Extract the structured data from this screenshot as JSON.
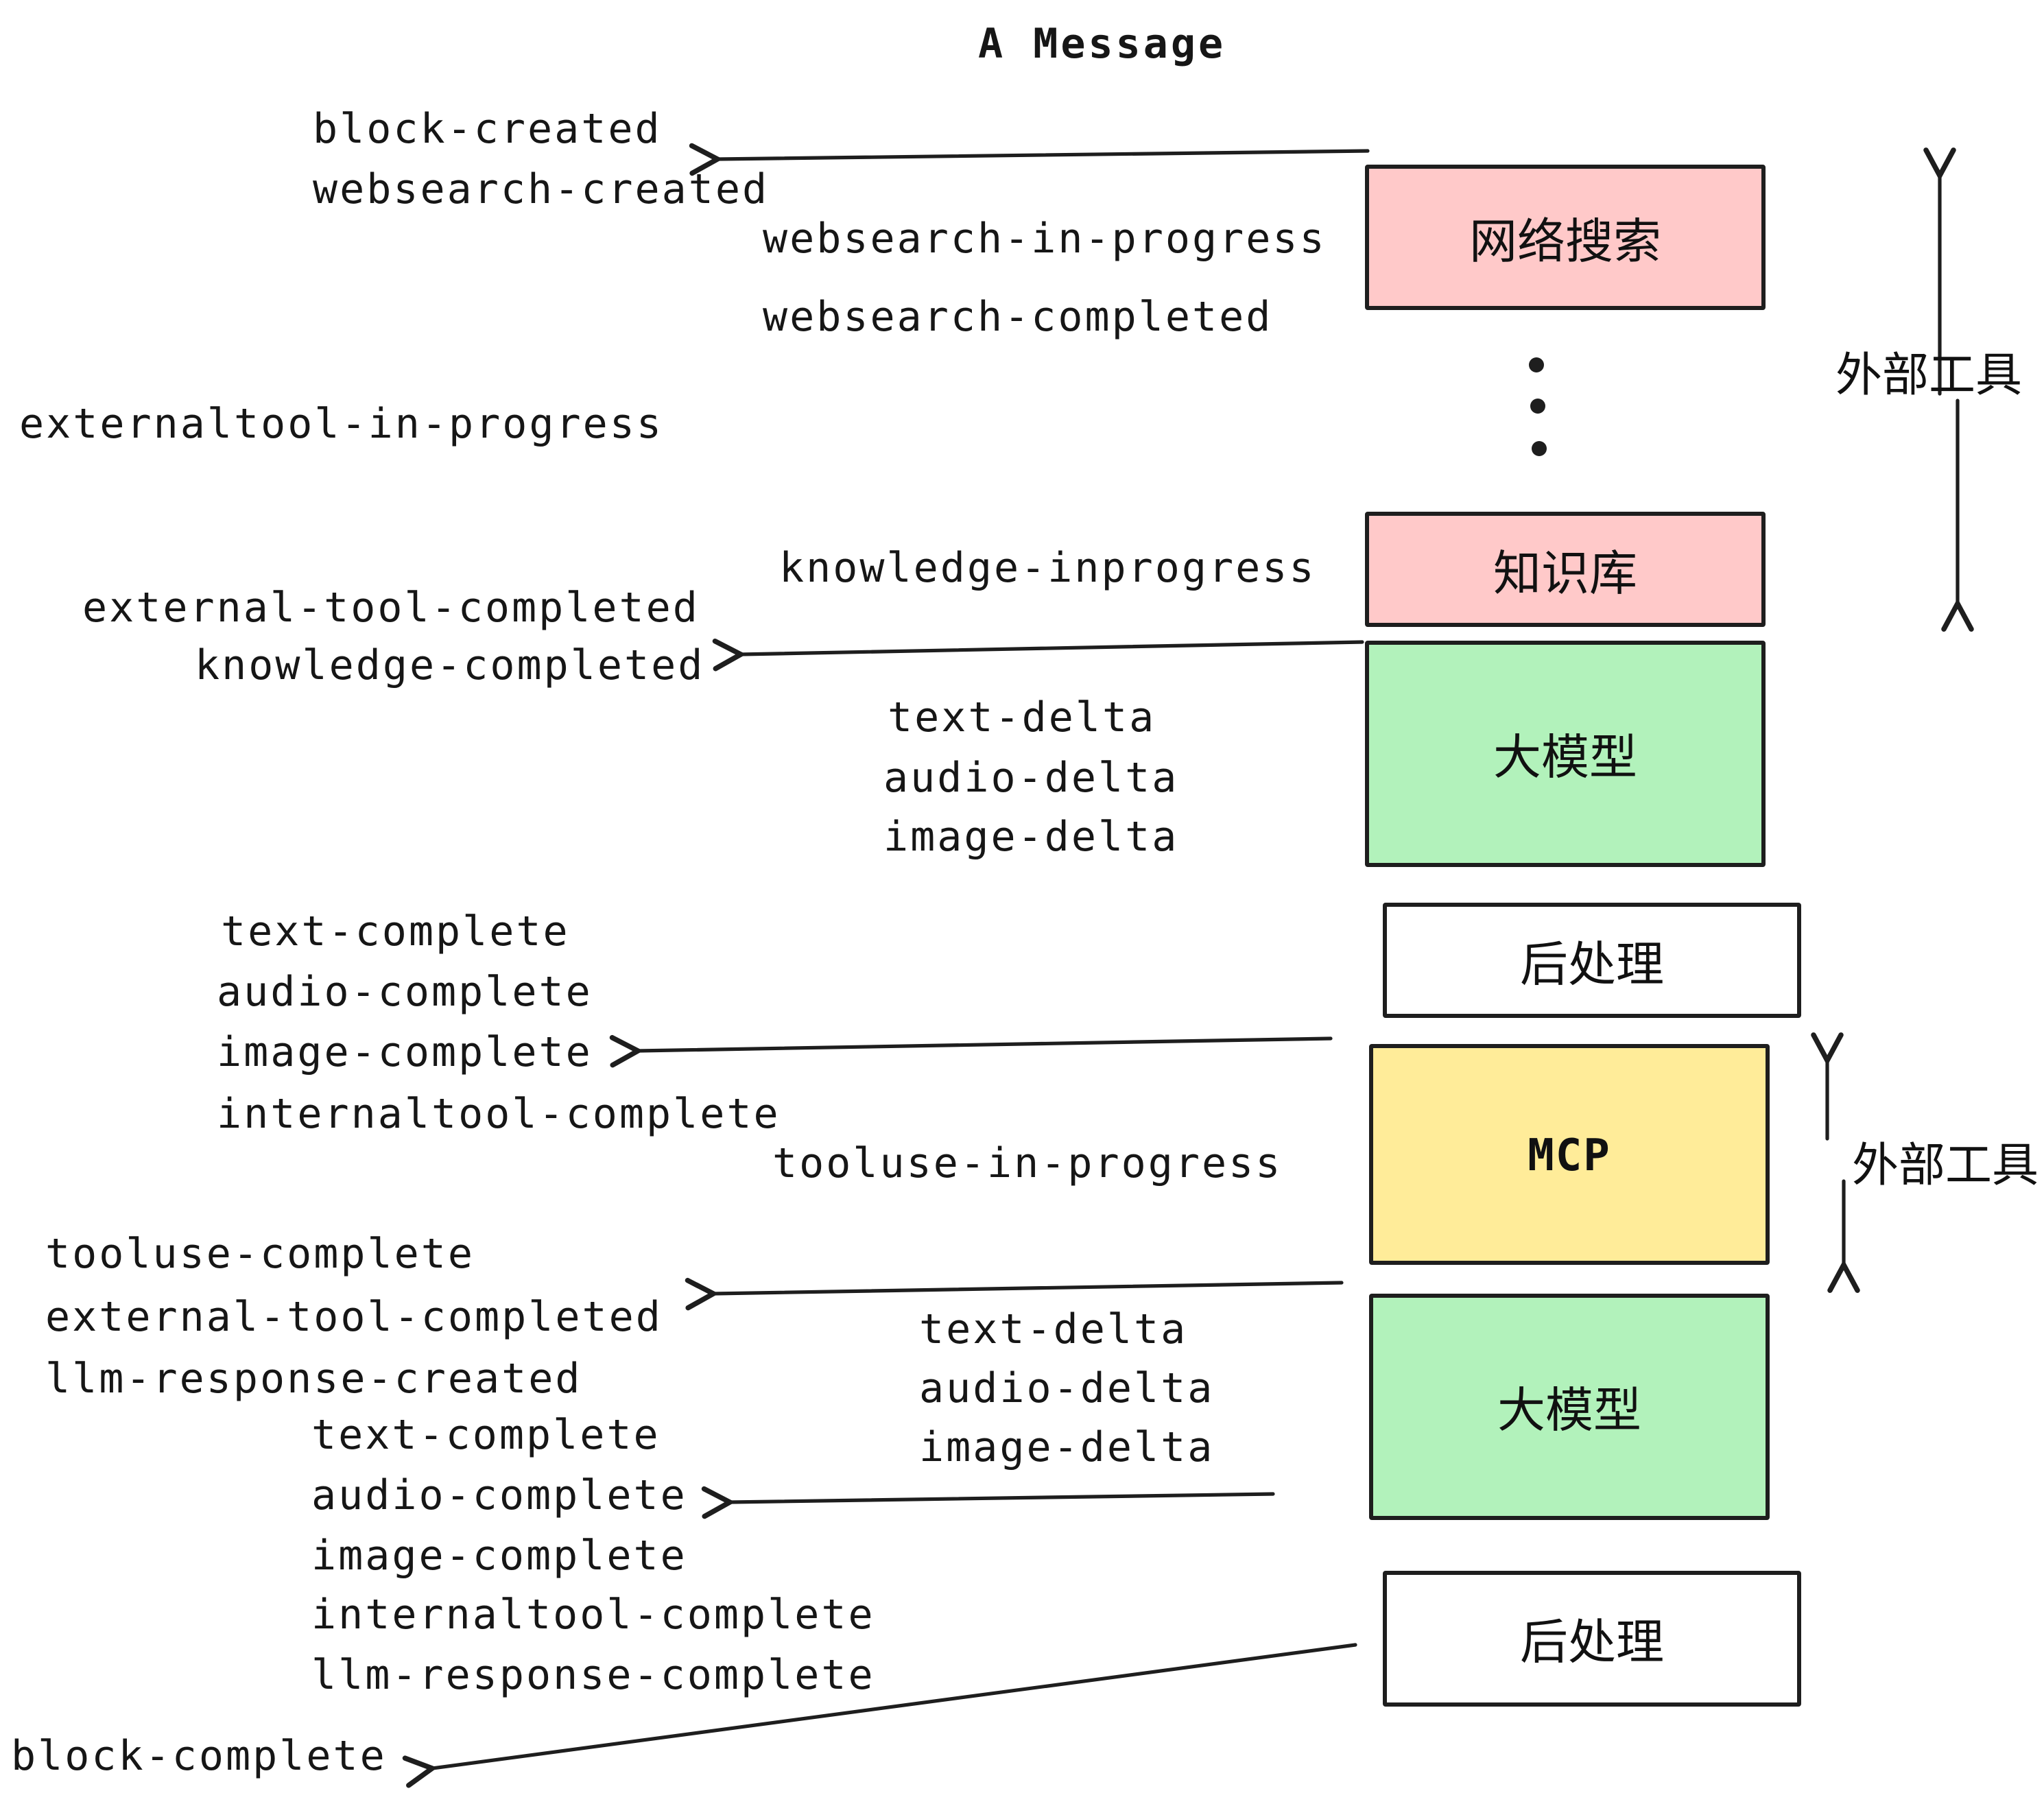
{
  "title": "A Message",
  "boxes": {
    "websearch": "网络搜索",
    "knowledge": "知识库",
    "llm1": "大模型",
    "post1": "后处理",
    "mcp": "MCP",
    "llm2": "大模型",
    "post2": "后处理"
  },
  "side_labels": {
    "external_tools_top": "外部工具",
    "external_tools_mid": "外部工具"
  },
  "events": {
    "block_created": "block-created",
    "websearch_created": "websearch-created",
    "websearch_in_progress": "websearch-in-progress",
    "websearch_completed": "websearch-completed",
    "externaltool_in_progress": "externaltool-in-progress",
    "knowledge_inprogress": "knowledge-inprogress",
    "external_tool_completed_1": "external-tool-completed",
    "knowledge_completed": "knowledge-completed",
    "text_delta_1": "text-delta",
    "audio_delta_1": "audio-delta",
    "image_delta_1": "image-delta",
    "text_complete_1": "text-complete",
    "audio_complete_1": "audio-complete",
    "image_complete_1": "image-complete",
    "internaltool_complete_1": "internaltool-complete",
    "tooluse_in_progress": "tooluse-in-progress",
    "tooluse_complete": "tooluse-complete",
    "external_tool_completed_2": "external-tool-completed",
    "llm_response_created": "llm-response-created",
    "text_complete_2": "text-complete",
    "text_delta_2": "text-delta",
    "audio_delta_2": "audio-delta",
    "image_delta_2": "image-delta",
    "audio_complete_2": "audio-complete",
    "image_complete_2": "image-complete",
    "internaltool_complete_2": "internaltool-complete",
    "llm_response_complete": "llm-response-complete",
    "block_complete": "block-complete"
  },
  "colors": {
    "background": "#ffffff",
    "stroke": "#1e1e1e",
    "box_pink": "#ffc9c9",
    "box_green": "#b2f2bb",
    "box_yellow": "#ffec99",
    "box_white": "#ffffff"
  }
}
